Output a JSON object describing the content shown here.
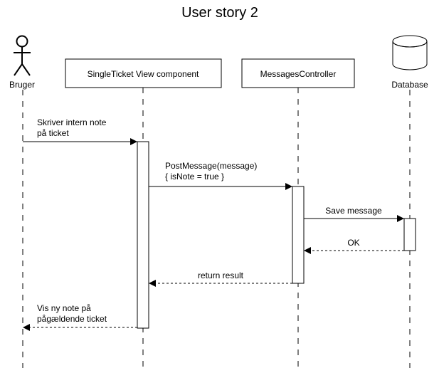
{
  "title": "User story 2",
  "participants": {
    "bruger": {
      "label": "Bruger",
      "kind": "actor"
    },
    "view": {
      "label": "SingleTicket View component",
      "kind": "component"
    },
    "controller": {
      "label": "MessagesController",
      "kind": "component"
    },
    "database": {
      "label": "Database",
      "kind": "database"
    }
  },
  "messages": {
    "m1": {
      "lines": [
        "Skriver intern note",
        "på ticket"
      ],
      "style": "solid"
    },
    "m2": {
      "lines": [
        "PostMessage(message)",
        "{ isNote = true }"
      ],
      "style": "solid"
    },
    "m3": {
      "lines": [
        "Save message"
      ],
      "style": "solid"
    },
    "m4": {
      "lines": [
        "OK"
      ],
      "style": "dashed"
    },
    "m5": {
      "lines": [
        "return result"
      ],
      "style": "dashed"
    },
    "m6": {
      "lines": [
        "Vis ny note på",
        "pågældende ticket"
      ],
      "style": "dashed"
    }
  }
}
